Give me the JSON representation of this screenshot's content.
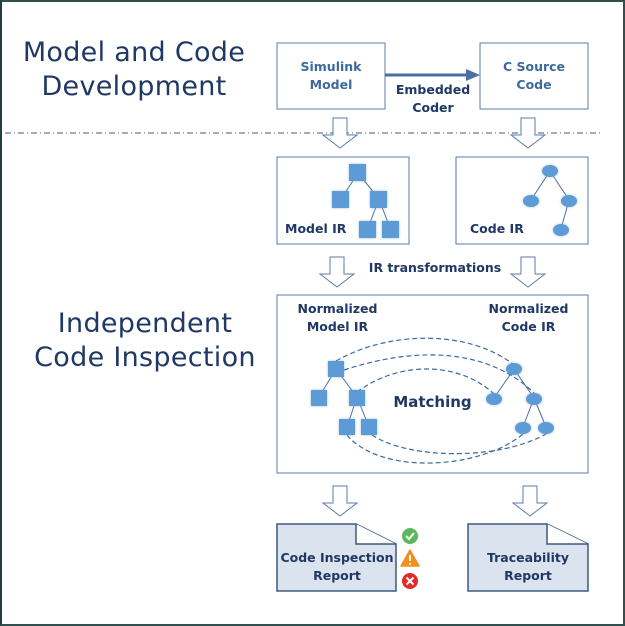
{
  "sections": {
    "top_title": [
      "Model and Code",
      "Development"
    ],
    "bottom_title": [
      "Independent",
      "Code Inspection"
    ]
  },
  "boxes": {
    "simulink_model": [
      "Simulink",
      "Model"
    ],
    "c_source_code": [
      "C Source",
      "Code"
    ],
    "model_ir": "Model IR",
    "code_ir": "Code IR",
    "normalized_model_ir": [
      "Normalized",
      "Model IR"
    ],
    "normalized_code_ir": [
      "Normalized",
      "Code IR"
    ],
    "matching": "Matching"
  },
  "arrows": {
    "embedded_coder": [
      "Embedded",
      "Coder"
    ],
    "ir_transformations": "IR transformations"
  },
  "reports": {
    "code_inspection": [
      "Code Inspection",
      "Report"
    ],
    "traceability": [
      "Traceability",
      "Report"
    ]
  },
  "status_icons": [
    {
      "name": "check-icon",
      "meaning": "pass",
      "color": "#5cb85c"
    },
    {
      "name": "warning-icon",
      "meaning": "warning",
      "color": "#f0901e"
    },
    {
      "name": "error-icon",
      "meaning": "fail",
      "color": "#e02b27"
    }
  ],
  "colors": {
    "title": "#1f3864",
    "box_border": "#5b7ea8",
    "node_fill": "#5b9bd5",
    "report_fill": "#dbe3ef",
    "frame": "#2f4f4f"
  }
}
